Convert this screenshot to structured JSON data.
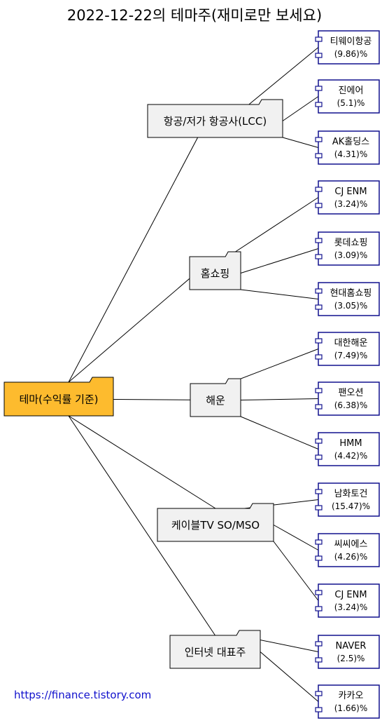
{
  "title": "2022-12-22의 테마주(재미로만 보세요)",
  "root": {
    "label": "테마(수익률 기준)",
    "fill": "#fdbb2e"
  },
  "colors": {
    "folder_fill": "#f1f1f1",
    "line": "#000000",
    "component_border": "#10108e",
    "component_fill": "#ffffff",
    "link": "#1010cc"
  },
  "themes": [
    {
      "label": "항공/저가 항공사(LCC)",
      "stocks": [
        {
          "name": "티웨이항공",
          "rate": "(9.86)%"
        },
        {
          "name": "진에어",
          "rate": "(5.1)%"
        },
        {
          "name": "AK홀딩스",
          "rate": "(4.31)%"
        }
      ]
    },
    {
      "label": "홈쇼핑",
      "stocks": [
        {
          "name": "CJ ENM",
          "rate": "(3.24)%"
        },
        {
          "name": "롯데쇼핑",
          "rate": "(3.09)%"
        },
        {
          "name": "현대홈쇼핑",
          "rate": "(3.05)%"
        }
      ]
    },
    {
      "label": "해운",
      "stocks": [
        {
          "name": "대한해운",
          "rate": "(7.49)%"
        },
        {
          "name": "팬오션",
          "rate": "(6.38)%"
        },
        {
          "name": "HMM",
          "rate": "(4.42)%"
        }
      ]
    },
    {
      "label": "케이블TV SO/MSO",
      "stocks": [
        {
          "name": "남화토건",
          "rate": "(15.47)%"
        },
        {
          "name": "씨씨에스",
          "rate": "(4.26)%"
        },
        {
          "name": "CJ ENM",
          "rate": "(3.24)%"
        }
      ]
    },
    {
      "label": "인터넷 대표주",
      "stocks": [
        {
          "name": "NAVER",
          "rate": "(2.5)%"
        },
        {
          "name": "카카오",
          "rate": "(1.66)%"
        }
      ]
    }
  ],
  "source": "https://finance.tistory.com"
}
